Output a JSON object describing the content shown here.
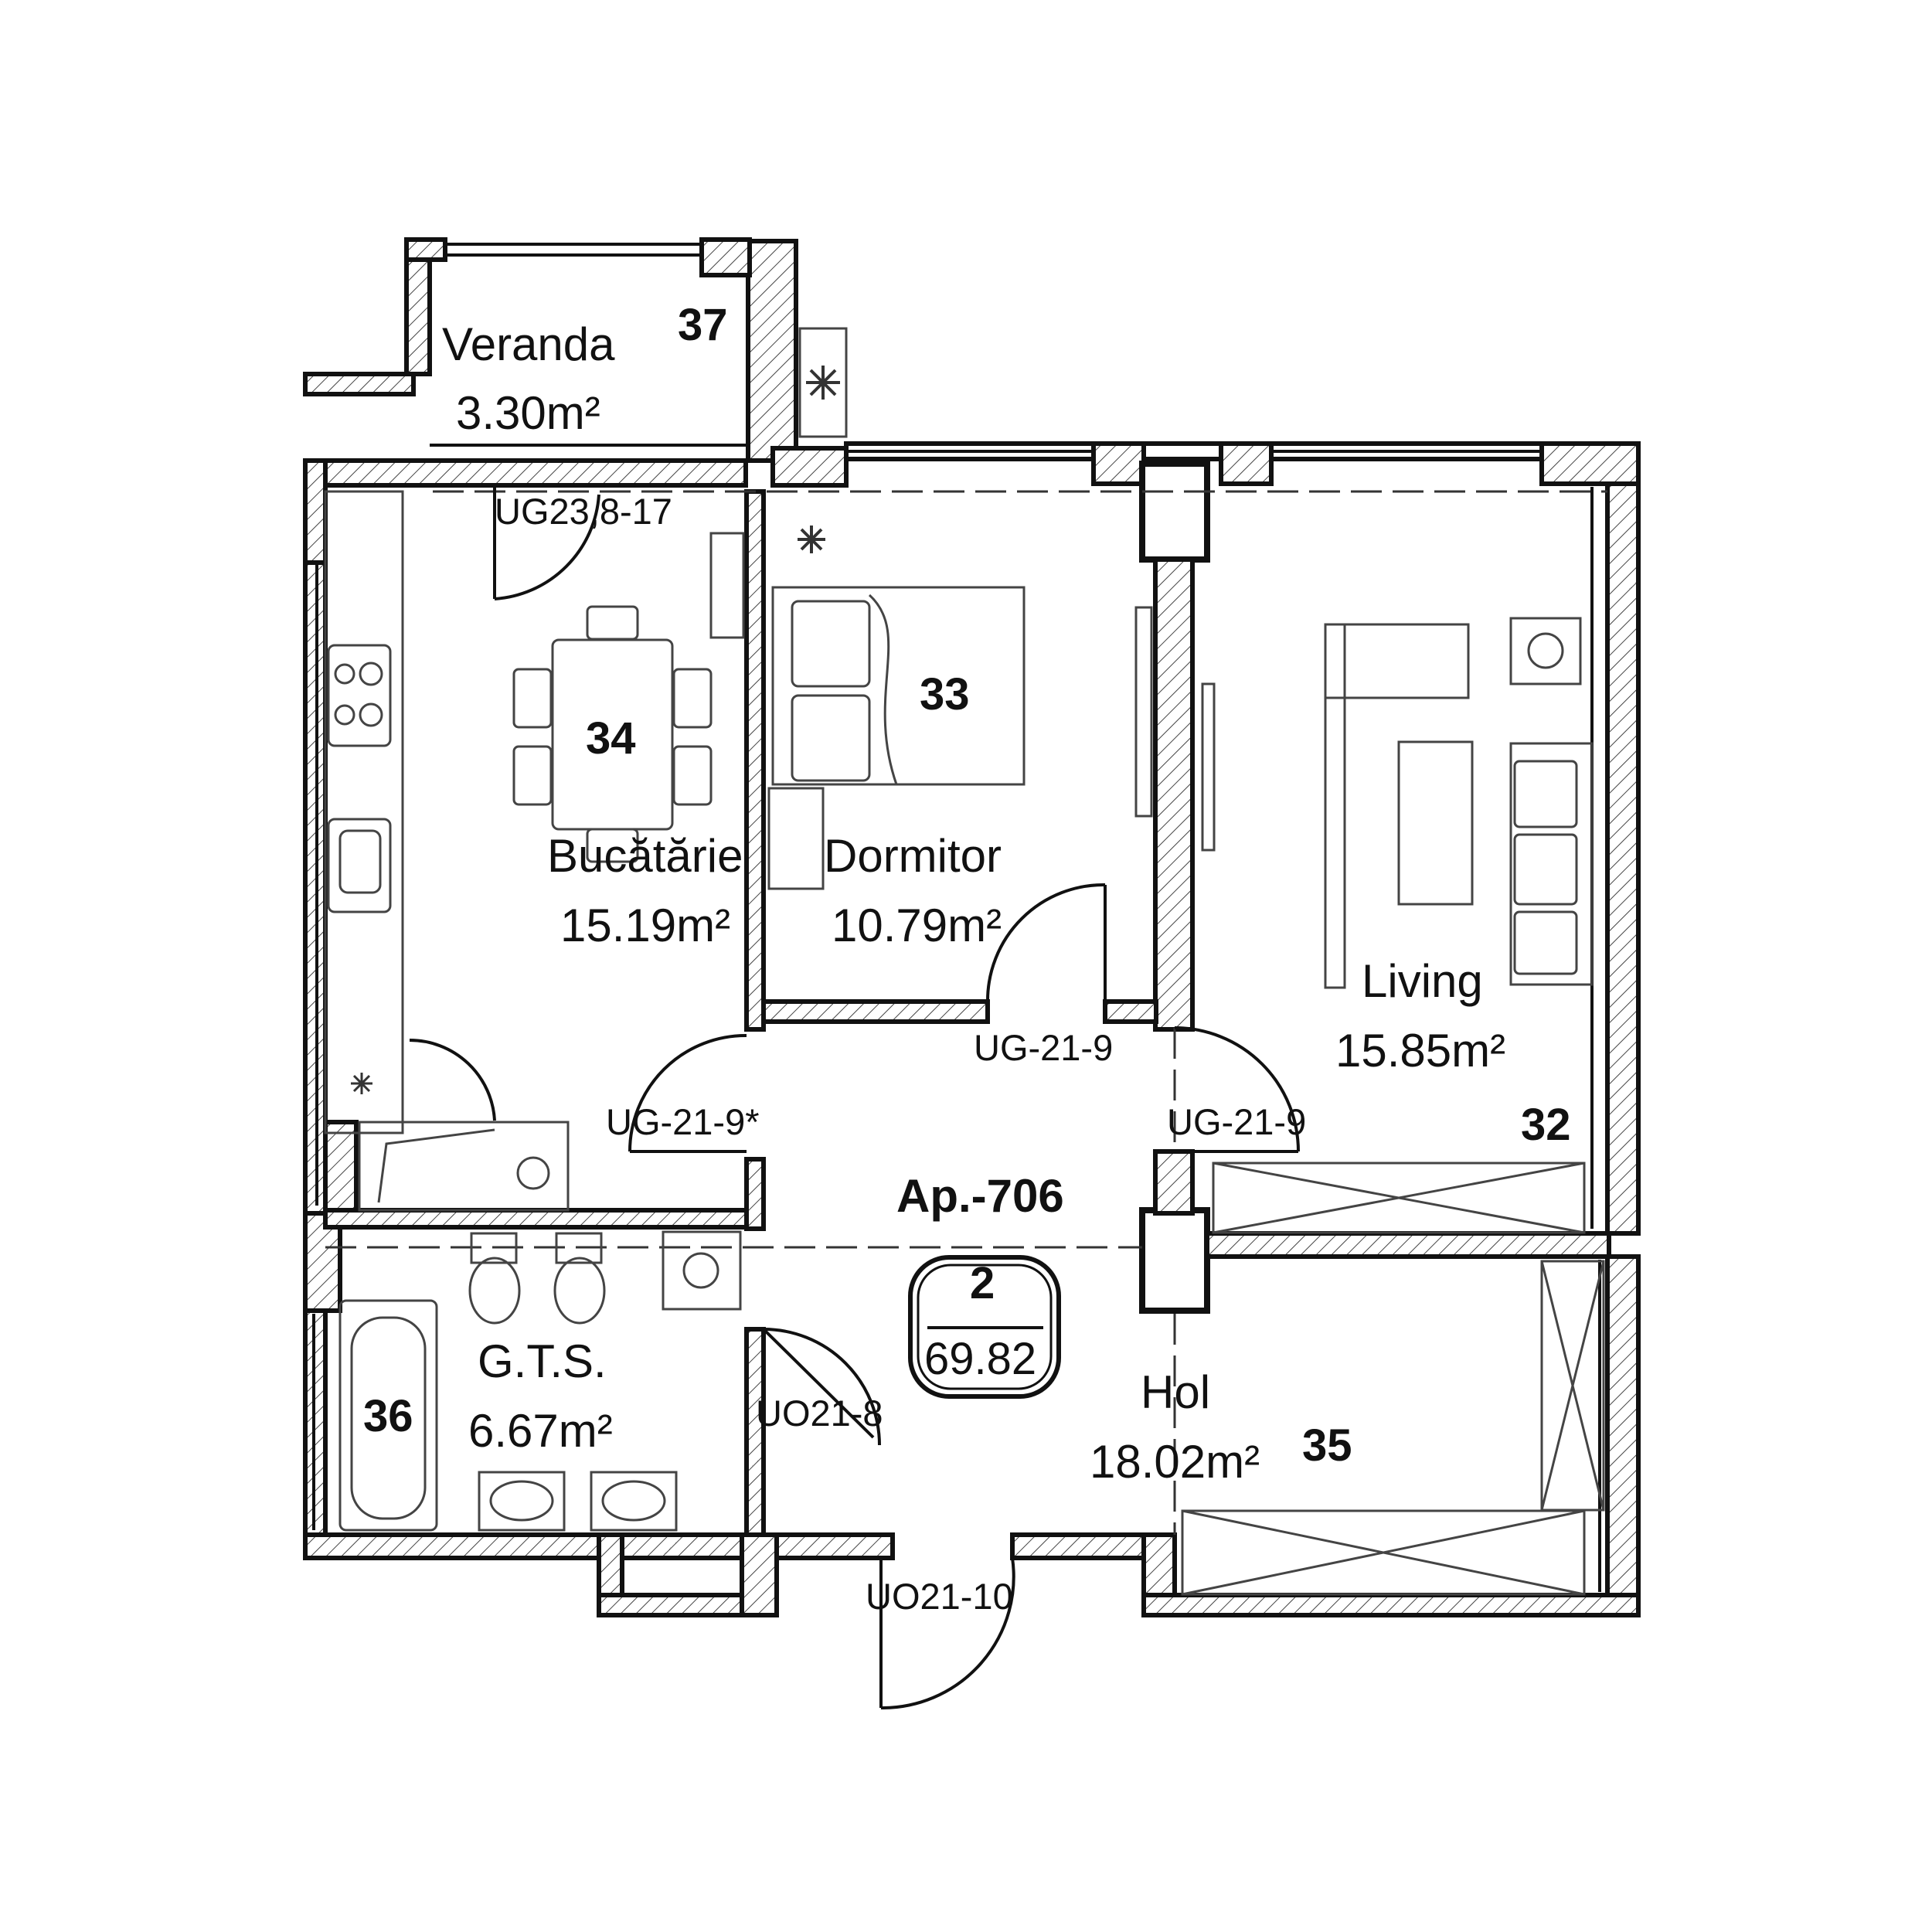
{
  "colors": {
    "wall": "#111111",
    "wall_fill": "#ffffff",
    "hatch": "#333333",
    "furniture": "#444444",
    "background": "#ffffff"
  },
  "apartment": {
    "label": "Ap.-706",
    "room_count": "2",
    "total_area": "69.82"
  },
  "rooms": {
    "veranda": {
      "name": "Veranda",
      "area": "3.30m²",
      "number": "37"
    },
    "kitchen": {
      "name": "Bucătărie",
      "area": "15.19m²",
      "number": "34"
    },
    "bedroom": {
      "name": "Dormitor",
      "area": "10.79m²",
      "number": "33"
    },
    "living": {
      "name": "Living",
      "area": "15.85m²",
      "number": "32"
    },
    "hall": {
      "name": "Hol",
      "area": "18.02m²",
      "number": "35"
    },
    "bathroom": {
      "name": "G.T.S.",
      "area": "6.67m²",
      "number": "36"
    }
  },
  "doors": {
    "veranda_door": "UG23,8-17",
    "bedroom_door": "UG-21-9",
    "kitchen_door": "UG-21-9*",
    "living_door": "UG-21-9",
    "bathroom_door": "UO21-8",
    "entrance_door": "UO21-10"
  },
  "icons": {
    "ac_unit": "snowflake-icon",
    "radiator": "snowflake-icon",
    "ceiling_light": "asterisk-icon"
  }
}
